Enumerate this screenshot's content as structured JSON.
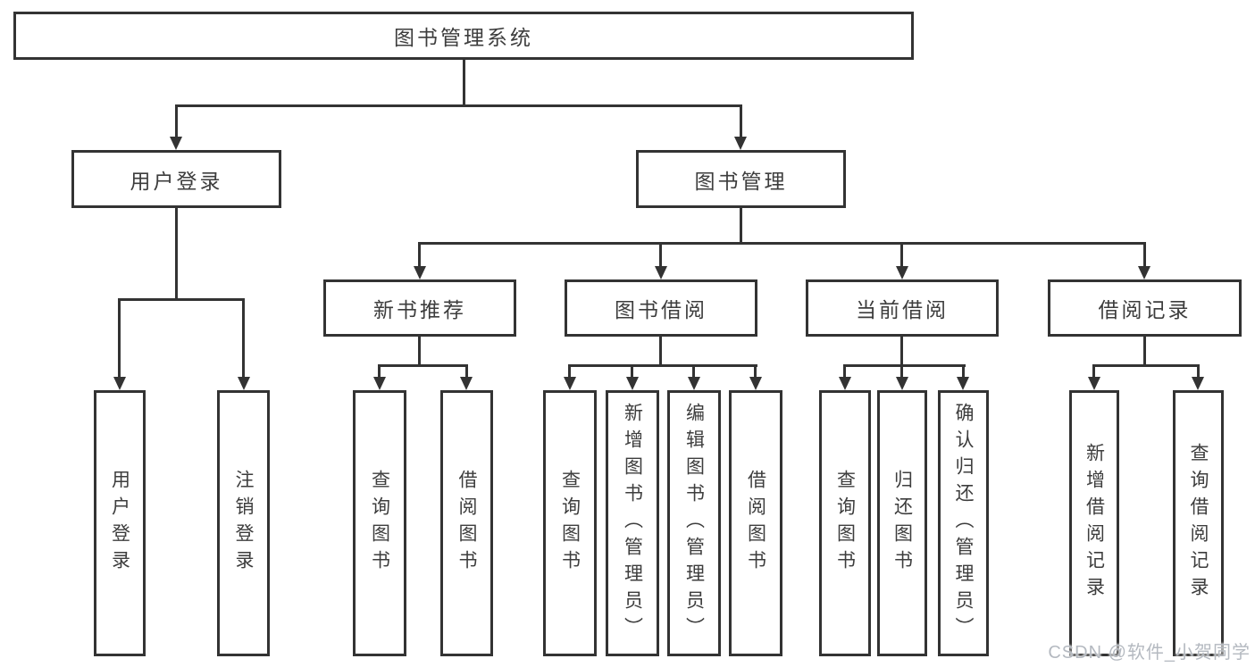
{
  "tree": {
    "label": "图书管理系统",
    "children": [
      {
        "label": "用户登录",
        "children": [
          {
            "label": "用户登录"
          },
          {
            "label": "注销登录"
          }
        ]
      },
      {
        "label": "图书管理",
        "children": [
          {
            "label": "新书推荐",
            "children": [
              {
                "label": "查询图书"
              },
              {
                "label": "借阅图书"
              }
            ]
          },
          {
            "label": "图书借阅",
            "children": [
              {
                "label": "查询图书"
              },
              {
                "label": "新增图书（管理员）"
              },
              {
                "label": "编辑图书（管理员）"
              },
              {
                "label": "借阅图书"
              }
            ]
          },
          {
            "label": "当前借阅",
            "children": [
              {
                "label": "查询图书"
              },
              {
                "label": "归还图书"
              },
              {
                "label": "确认归还（管理员）"
              }
            ]
          },
          {
            "label": "借阅记录",
            "children": [
              {
                "label": "新增借阅记录"
              },
              {
                "label": "查询借阅记录"
              }
            ]
          }
        ]
      }
    ]
  },
  "watermark": "CSDN @软件_小贺同学",
  "colors": {
    "line": "#333333",
    "text": "#3d3d3d",
    "watermark": "#b4b9c0",
    "background": "#ffffff"
  }
}
